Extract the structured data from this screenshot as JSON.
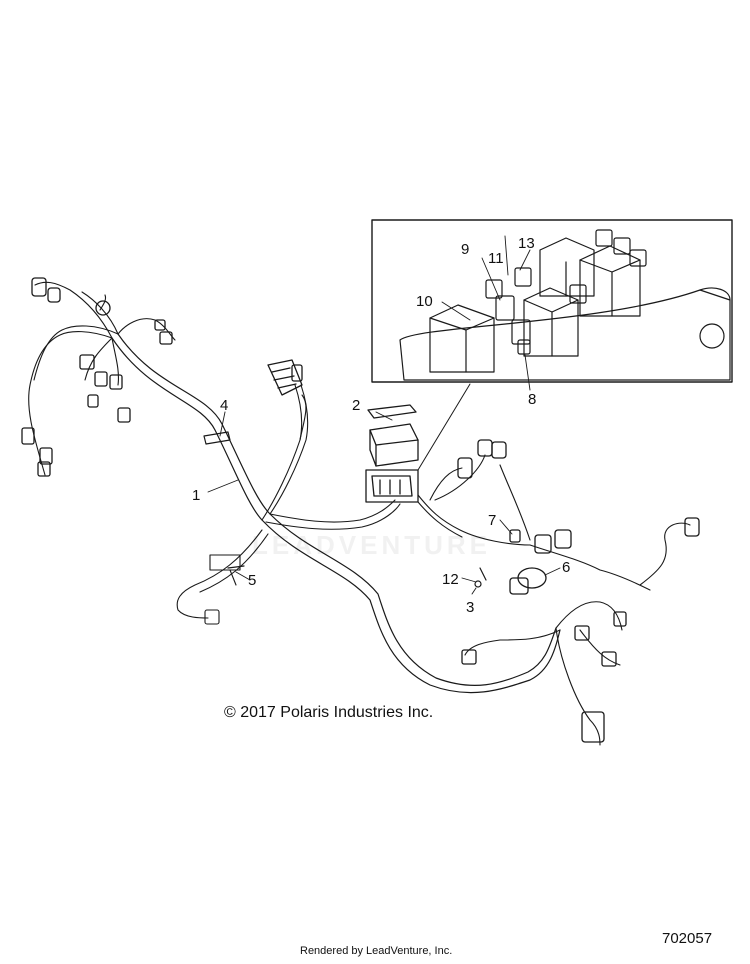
{
  "diagram": {
    "callouts": [
      "1",
      "2",
      "3",
      "4",
      "5",
      "6",
      "7",
      "8",
      "9",
      "10",
      "11",
      "12",
      "13"
    ],
    "watermark": "LEADVENTURE",
    "copyright": "© 2017 Polaris Industries Inc.",
    "diagram_number": "702057",
    "footer": "Rendered by LeadVenture, Inc."
  }
}
